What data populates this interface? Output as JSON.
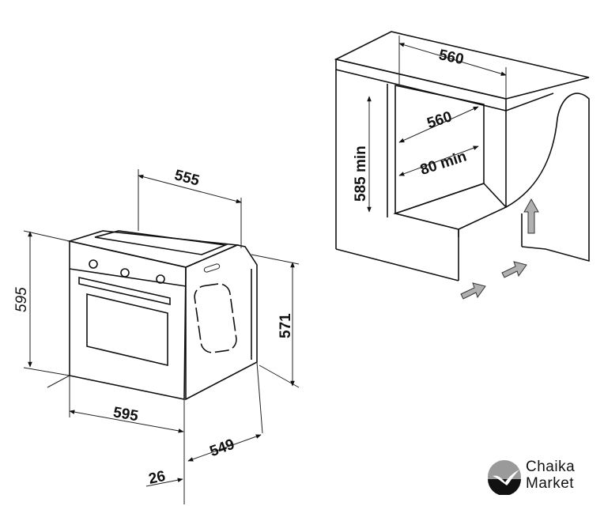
{
  "oven_dimensions": {
    "width_top": "555",
    "height_front": "595",
    "height_side": "571",
    "width_front": "595",
    "depth": "549",
    "front_thickness": "26"
  },
  "cabinet_dimensions": {
    "width_outer": "560",
    "width_inner": "560",
    "rear_gap": "80 min",
    "height_min": "585 min"
  },
  "logo": {
    "line1": "Chaika",
    "line2": "Market"
  },
  "colors": {
    "line": "#111111",
    "arrow": "#b0b0b0"
  }
}
